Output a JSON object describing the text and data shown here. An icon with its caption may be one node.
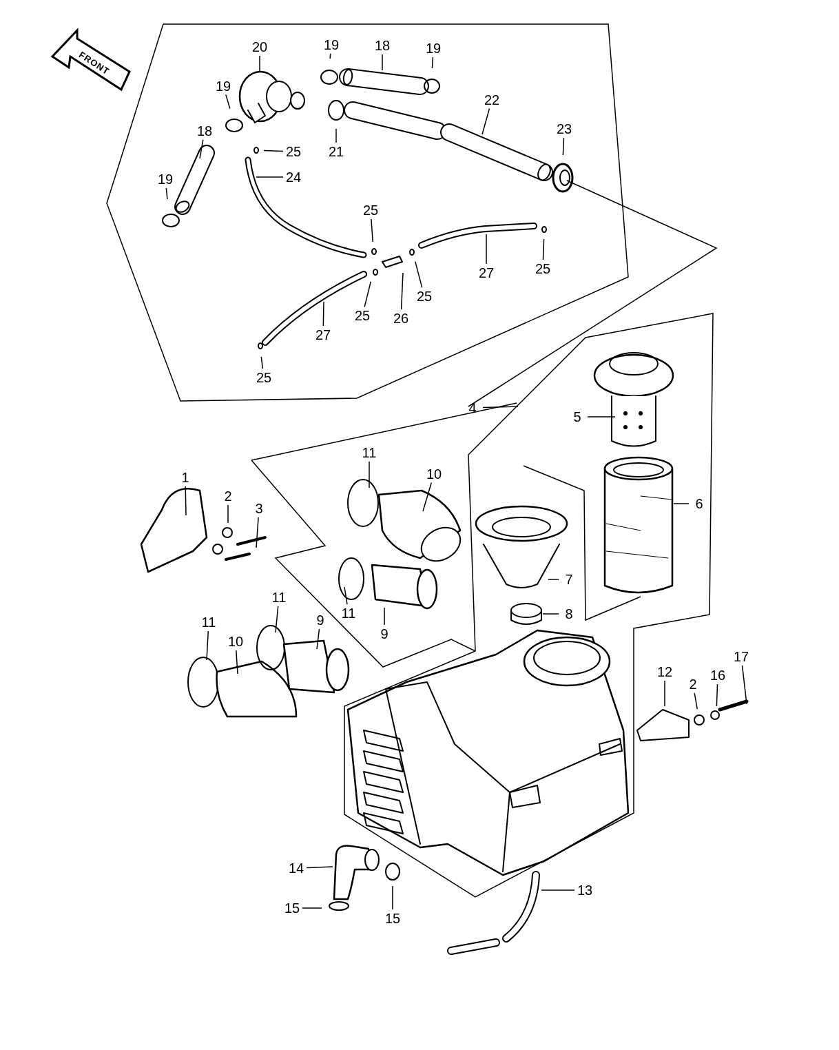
{
  "diagram": {
    "nodes": [
      {
        "text": [
          "20"
        ]
      },
      {
        "text": [
          "19"
        ]
      },
      {
        "text": [
          "18"
        ]
      },
      {
        "text": [
          "19"
        ]
      },
      {
        "text": [
          "19"
        ]
      },
      {
        "text": [
          "22"
        ]
      },
      {
        "text": [
          "23"
        ]
      },
      {
        "text": [
          "18"
        ]
      },
      {
        "text": [
          "21"
        ]
      },
      {
        "text": [
          "25"
        ]
      },
      {
        "text": [
          "24"
        ]
      },
      {
        "text": [
          "19"
        ]
      },
      {
        "text": [
          "25"
        ]
      },
      {
        "text": [
          "27"
        ]
      },
      {
        "text": [
          "25"
        ]
      },
      {
        "text": [
          "25"
        ]
      },
      {
        "text": [
          "26"
        ]
      },
      {
        "text": [
          "25"
        ]
      },
      {
        "text": [
          "27"
        ]
      },
      {
        "text": [
          "25"
        ]
      },
      {
        "text": [
          "4"
        ]
      },
      {
        "text": [
          "5"
        ]
      },
      {
        "text": [
          "1"
        ]
      },
      {
        "text": [
          "2"
        ]
      },
      {
        "text": [
          "3"
        ]
      },
      {
        "text": [
          "11"
        ]
      },
      {
        "text": [
          "10"
        ]
      },
      {
        "text": [
          "6"
        ]
      },
      {
        "text": [
          "7"
        ]
      },
      {
        "text": [
          "11"
        ]
      },
      {
        "text": [
          "9"
        ]
      },
      {
        "text": [
          "8"
        ]
      },
      {
        "text": [
          "11"
        ]
      },
      {
        "text": [
          "11"
        ]
      },
      {
        "text": [
          "10"
        ]
      },
      {
        "text": [
          "9"
        ]
      },
      {
        "text": [
          "12"
        ]
      },
      {
        "text": [
          "2"
        ]
      },
      {
        "text": [
          "16"
        ]
      },
      {
        "text": [
          "17"
        ]
      },
      {
        "text": [
          "14"
        ]
      },
      {
        "text": [
          "15"
        ]
      },
      {
        "text": [
          "15"
        ]
      },
      {
        "text": [
          "13"
        ]
      }
    ],
    "edges": [
      {
        "from": 0,
        "to": null,
        "arrow": "none"
      },
      {
        "from": 1,
        "to": null,
        "arrow": "none"
      },
      {
        "from": 2,
        "to": null,
        "arrow": "none"
      },
      {
        "from": 3,
        "to": null,
        "arrow": "none"
      },
      {
        "from": 4,
        "to": null,
        "arrow": "none"
      },
      {
        "from": 5,
        "to": null,
        "arrow": "none"
      },
      {
        "from": 6,
        "to": null,
        "arrow": "none"
      },
      {
        "from": 7,
        "to": null,
        "arrow": "none"
      },
      {
        "from": 8,
        "to": null,
        "arrow": "none"
      },
      {
        "from": 9,
        "to": null,
        "arrow": "none"
      },
      {
        "from": 10,
        "to": null,
        "arrow": "none"
      },
      {
        "from": 11,
        "to": null,
        "arrow": "none"
      },
      {
        "from": 12,
        "to": null,
        "arrow": "none"
      },
      {
        "from": 13,
        "to": null,
        "arrow": "none"
      },
      {
        "from": 14,
        "to": null,
        "arrow": "none"
      },
      {
        "from": 15,
        "to": null,
        "arrow": "none"
      },
      {
        "from": 16,
        "to": null,
        "arrow": "none"
      },
      {
        "from": 17,
        "to": null,
        "arrow": "none"
      },
      {
        "from": 18,
        "to": null,
        "arrow": "none"
      },
      {
        "from": 19,
        "to": null,
        "arrow": "none"
      },
      {
        "from": 20,
        "to": null,
        "arrow": "none"
      },
      {
        "from": 21,
        "to": null,
        "arrow": "none"
      },
      {
        "from": 22,
        "to": null,
        "arrow": "none"
      },
      {
        "from": 23,
        "to": null,
        "arrow": "none"
      },
      {
        "from": 24,
        "to": null,
        "arrow": "none"
      },
      {
        "from": 25,
        "to": null,
        "arrow": "none"
      },
      {
        "from": 26,
        "to": null,
        "arrow": "none"
      },
      {
        "from": 27,
        "to": null,
        "arrow": "none"
      },
      {
        "from": 28,
        "to": null,
        "arrow": "none"
      },
      {
        "from": 29,
        "to": null,
        "arrow": "none"
      },
      {
        "from": 30,
        "to": null,
        "arrow": "none"
      },
      {
        "from": 31,
        "to": null,
        "arrow": "none"
      },
      {
        "from": 32,
        "to": null,
        "arrow": "none"
      },
      {
        "from": 33,
        "to": null,
        "arrow": "none"
      },
      {
        "from": 34,
        "to": null,
        "arrow": "none"
      },
      {
        "from": 35,
        "to": null,
        "arrow": "none"
      },
      {
        "from": 36,
        "to": null,
        "arrow": "none"
      },
      {
        "from": 37,
        "to": null,
        "arrow": "none"
      },
      {
        "from": 38,
        "to": null,
        "arrow": "none"
      },
      {
        "from": 39,
        "to": null,
        "arrow": "none"
      },
      {
        "from": 40,
        "to": null,
        "arrow": "none"
      },
      {
        "from": 41,
        "to": null,
        "arrow": "none"
      },
      {
        "from": 42,
        "to": null,
        "arrow": "none"
      },
      {
        "from": 43,
        "to": null,
        "arrow": "none"
      }
    ],
    "labels": [
      "FRONT"
    ]
  }
}
